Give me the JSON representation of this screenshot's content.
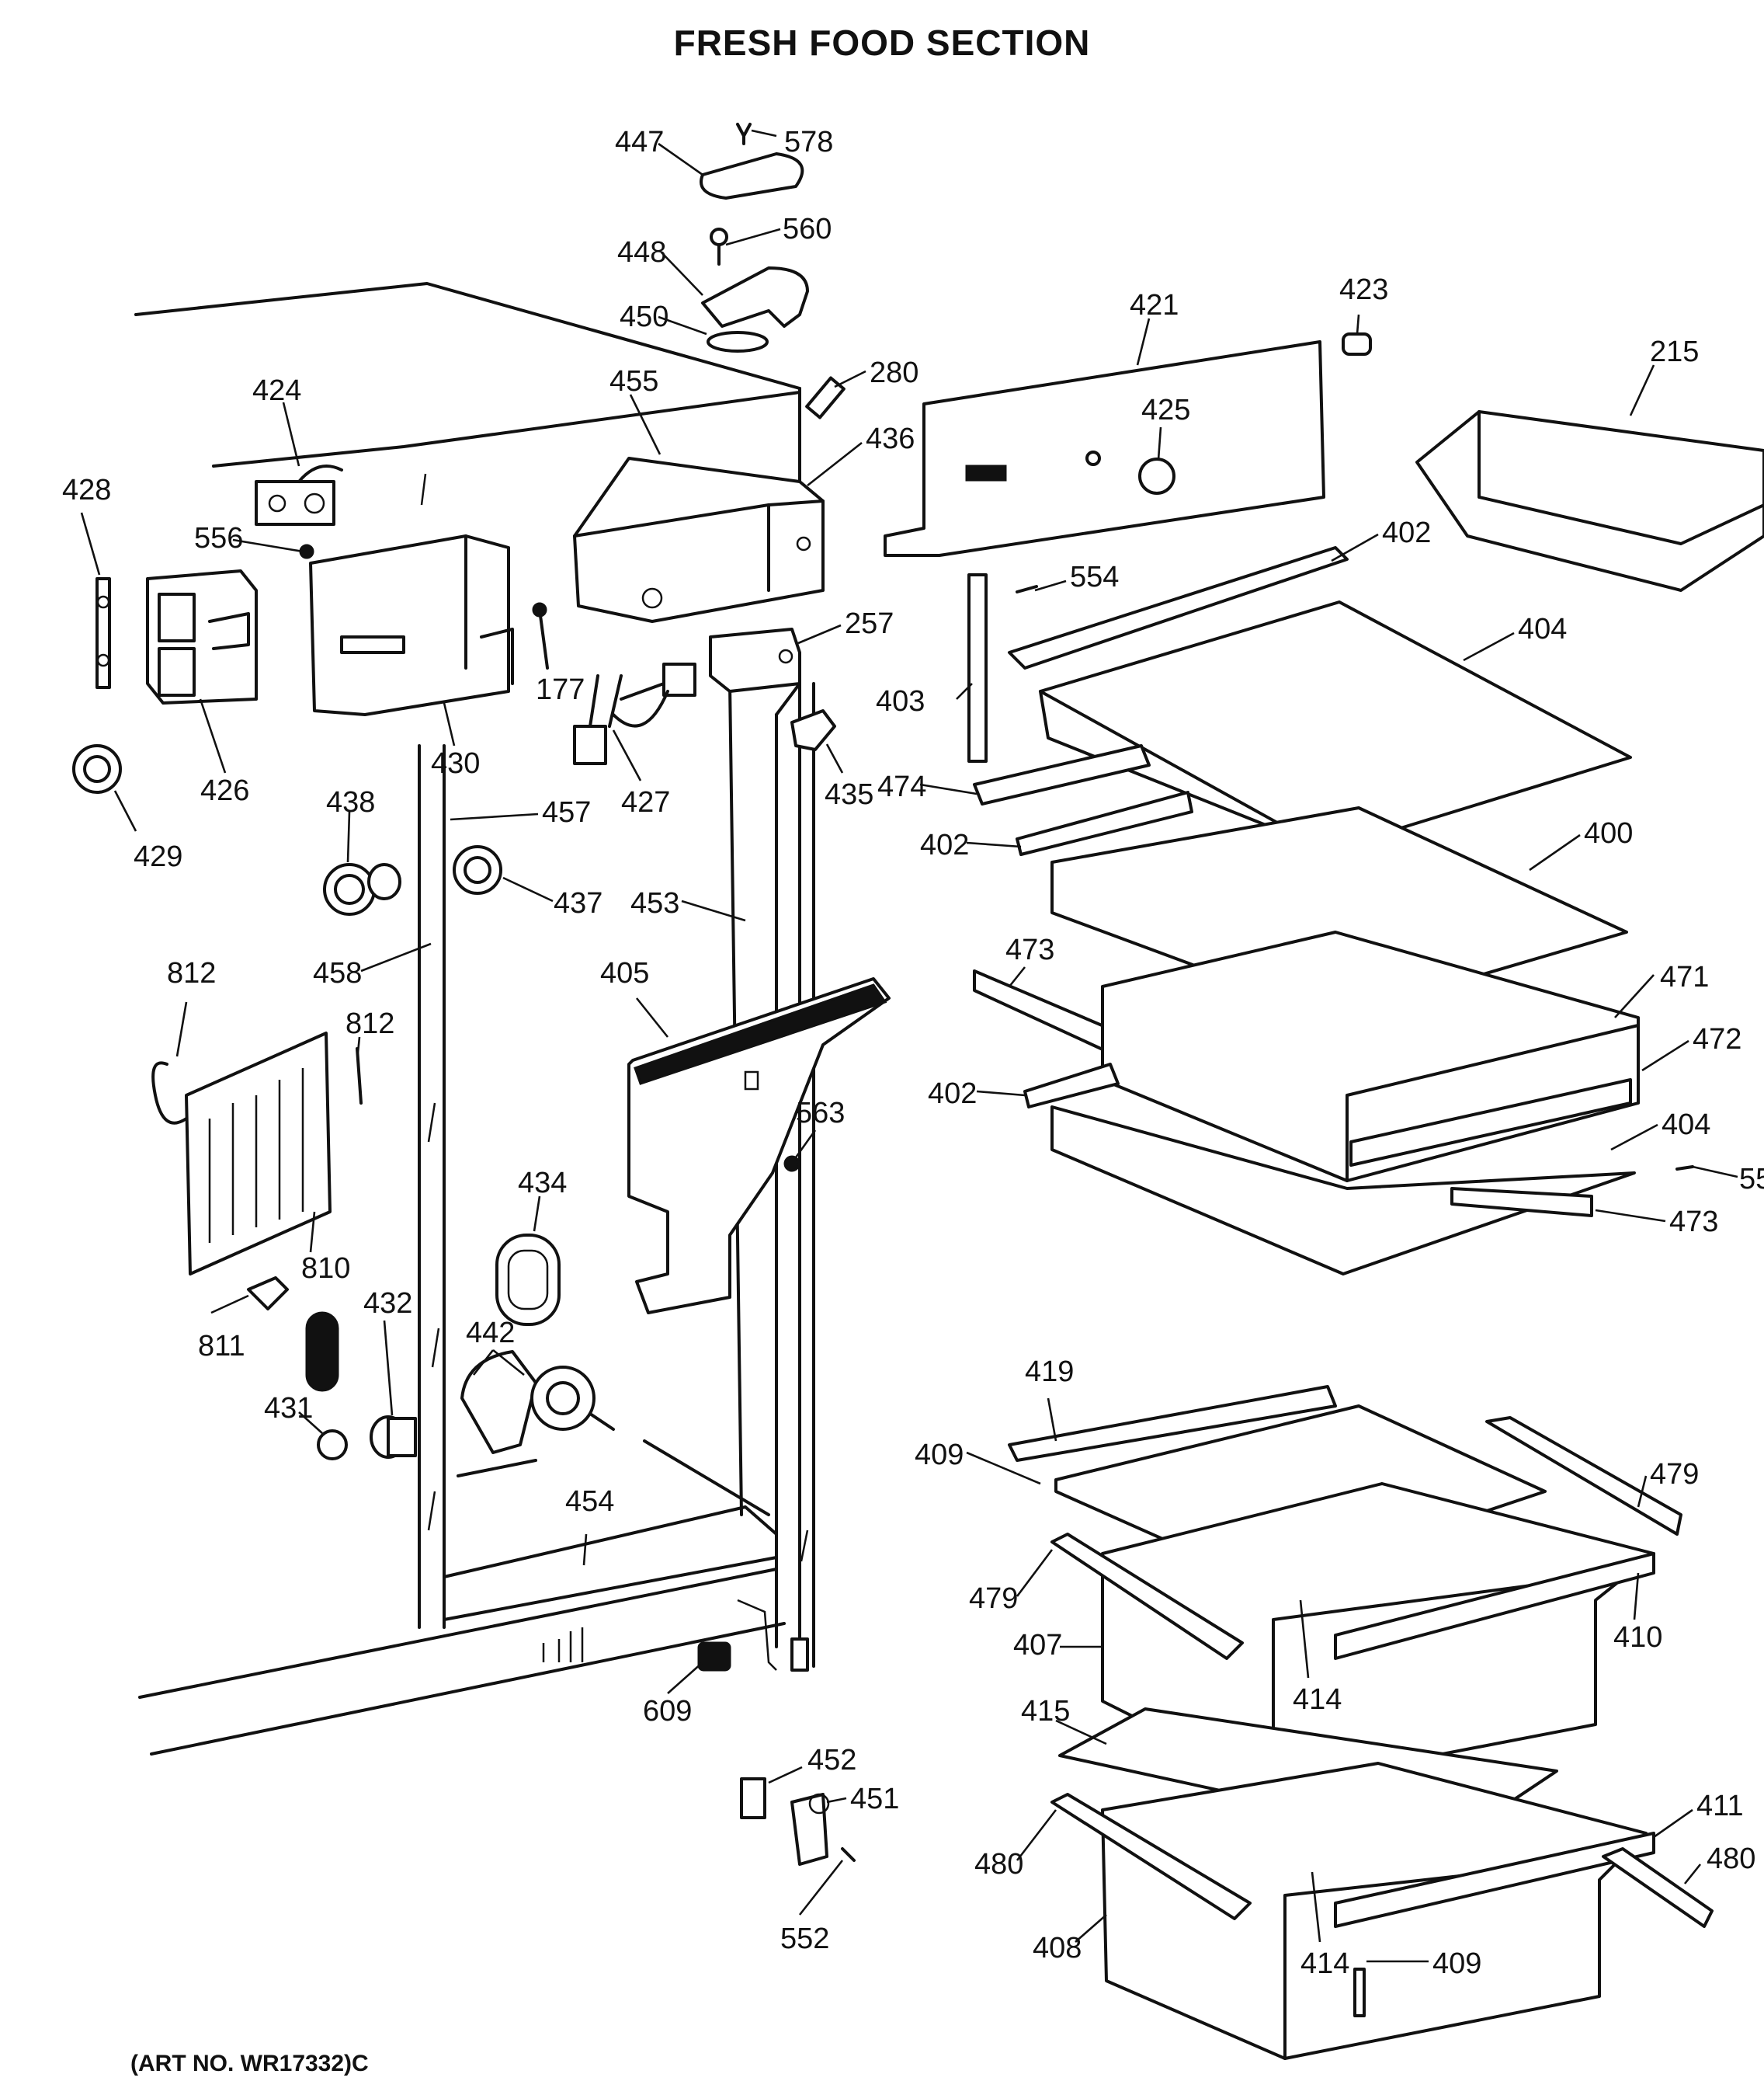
{
  "title": "FRESH FOOD SECTION",
  "art_number": "(ART NO. WR17332)C",
  "callouts": [
    {
      "id": "c447",
      "text": "447"
    },
    {
      "id": "c578",
      "text": "578"
    },
    {
      "id": "c560",
      "text": "560"
    },
    {
      "id": "c448",
      "text": "448"
    },
    {
      "id": "c450",
      "text": "450"
    },
    {
      "id": "c280",
      "text": "280"
    },
    {
      "id": "c421",
      "text": "421"
    },
    {
      "id": "c423",
      "text": "423"
    },
    {
      "id": "c215",
      "text": "215"
    },
    {
      "id": "c424",
      "text": "424"
    },
    {
      "id": "c455",
      "text": "455"
    },
    {
      "id": "c436",
      "text": "436"
    },
    {
      "id": "c425",
      "text": "425"
    },
    {
      "id": "c428",
      "text": "428"
    },
    {
      "id": "c556",
      "text": "556"
    },
    {
      "id": "c402a",
      "text": "402"
    },
    {
      "id": "c554",
      "text": "554"
    },
    {
      "id": "c404a",
      "text": "404"
    },
    {
      "id": "c257",
      "text": "257"
    },
    {
      "id": "c177",
      "text": "177"
    },
    {
      "id": "c403",
      "text": "403"
    },
    {
      "id": "c426",
      "text": "426"
    },
    {
      "id": "c430",
      "text": "430"
    },
    {
      "id": "c427",
      "text": "427"
    },
    {
      "id": "c435",
      "text": "435"
    },
    {
      "id": "c474",
      "text": "474"
    },
    {
      "id": "c429",
      "text": "429"
    },
    {
      "id": "c438",
      "text": "438"
    },
    {
      "id": "c457",
      "text": "457"
    },
    {
      "id": "c402b",
      "text": "402"
    },
    {
      "id": "c400",
      "text": "400"
    },
    {
      "id": "c437",
      "text": "437"
    },
    {
      "id": "c453",
      "text": "453"
    },
    {
      "id": "c812a",
      "text": "812"
    },
    {
      "id": "c458",
      "text": "458"
    },
    {
      "id": "c405",
      "text": "405"
    },
    {
      "id": "c473a",
      "text": "473"
    },
    {
      "id": "c471",
      "text": "471"
    },
    {
      "id": "c812b",
      "text": "812"
    },
    {
      "id": "c472",
      "text": "472"
    },
    {
      "id": "c402c",
      "text": "402"
    },
    {
      "id": "c563",
      "text": "563"
    },
    {
      "id": "c404b",
      "text": "404"
    },
    {
      "id": "c55",
      "text": "55"
    },
    {
      "id": "c434",
      "text": "434"
    },
    {
      "id": "c473b",
      "text": "473"
    },
    {
      "id": "c810",
      "text": "810"
    },
    {
      "id": "c432",
      "text": "432"
    },
    {
      "id": "c811",
      "text": "811"
    },
    {
      "id": "c442",
      "text": "442"
    },
    {
      "id": "c419",
      "text": "419"
    },
    {
      "id": "c431",
      "text": "431"
    },
    {
      "id": "c409a",
      "text": "409"
    },
    {
      "id": "c479a",
      "text": "479"
    },
    {
      "id": "c454",
      "text": "454"
    },
    {
      "id": "c479b",
      "text": "479"
    },
    {
      "id": "c410",
      "text": "410"
    },
    {
      "id": "c407",
      "text": "407"
    },
    {
      "id": "c414a",
      "text": "414"
    },
    {
      "id": "c609",
      "text": "609"
    },
    {
      "id": "c415",
      "text": "415"
    },
    {
      "id": "c452",
      "text": "452"
    },
    {
      "id": "c451",
      "text": "451"
    },
    {
      "id": "c411",
      "text": "411"
    },
    {
      "id": "c480a",
      "text": "480"
    },
    {
      "id": "c480b",
      "text": "480"
    },
    {
      "id": "c552",
      "text": "552"
    },
    {
      "id": "c408",
      "text": "408"
    },
    {
      "id": "c414b",
      "text": "414"
    },
    {
      "id": "c409b",
      "text": "409"
    }
  ]
}
